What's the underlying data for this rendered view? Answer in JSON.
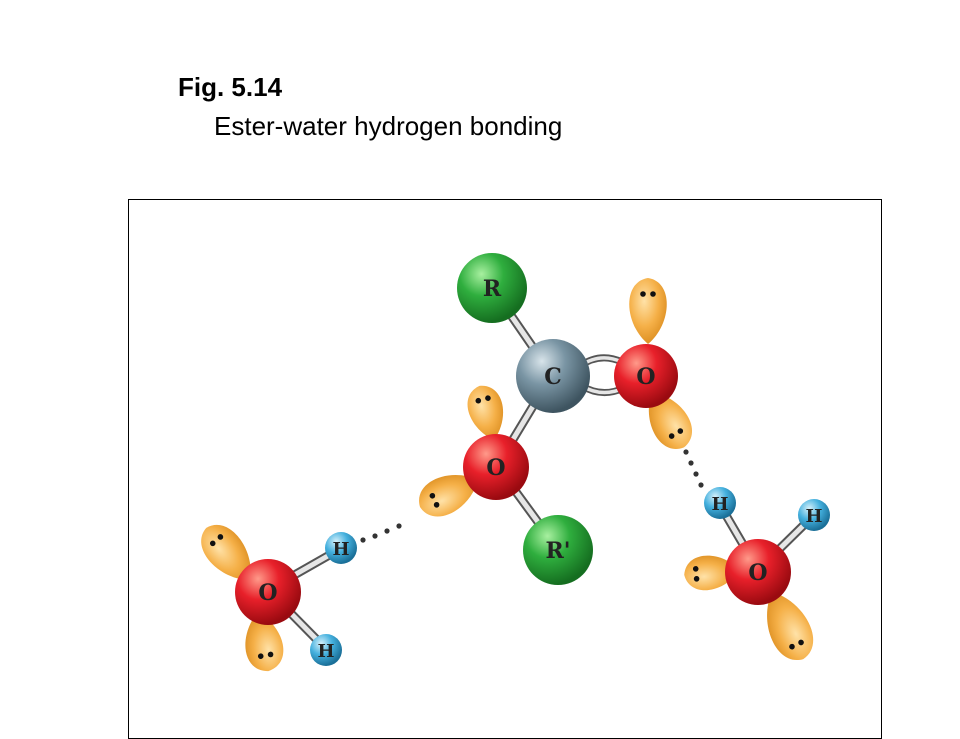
{
  "figure": {
    "number": "Fig. 5.14",
    "caption": "Ester-water hydrogen bonding"
  },
  "atoms": {
    "r": "R",
    "c": "C",
    "o_carbonyl": "O",
    "o_ester": "O",
    "r_prime": "R'",
    "o_water_left": "O",
    "h_water_left_1": "H",
    "h_water_left_2": "H",
    "o_water_right": "O",
    "h_water_right_1": "H",
    "h_water_right_2": "H"
  },
  "colors": {
    "oxygen": "#e0141e",
    "carbon": "#6f8a99",
    "r_group": "#28a23a",
    "hydrogen": "#3aa6d8",
    "lone_pair": "#f2a93b"
  }
}
